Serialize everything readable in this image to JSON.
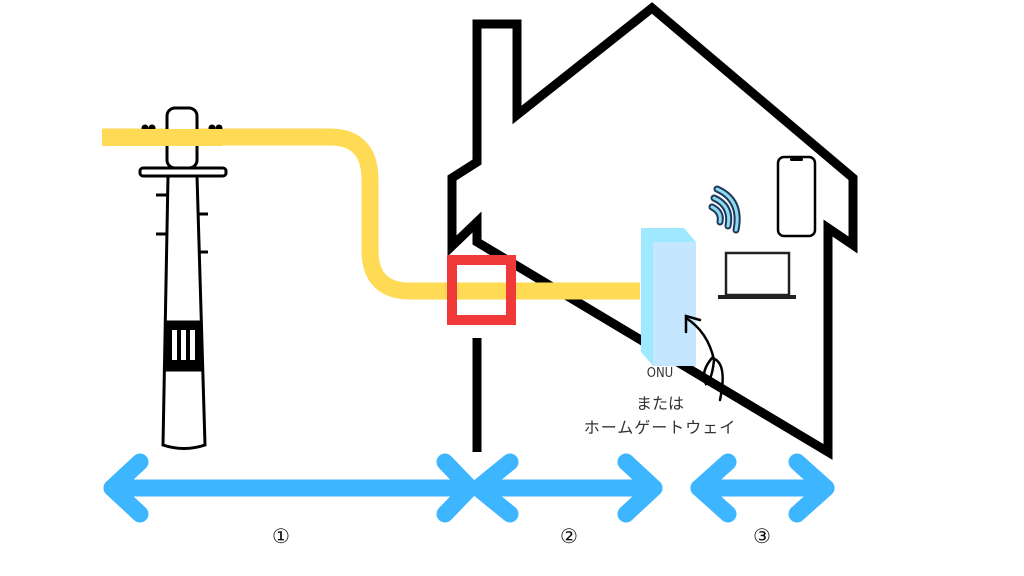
{
  "colors": {
    "cable": "#FFDA55",
    "demarcation_box": "#F03A3A",
    "arrows": "#3DB6FF",
    "outline": "#000000",
    "onu_front": "#C4E6FF",
    "onu_side": "#9EE9FF"
  },
  "labels": {
    "onu": "ONU",
    "or": "または",
    "home_gateway": "ホームゲートウェイ"
  },
  "segments": [
    {
      "id": "segment-1",
      "label": "①"
    },
    {
      "id": "segment-2",
      "label": "②"
    },
    {
      "id": "segment-3",
      "label": "③"
    }
  ],
  "icons": [
    "utility-pole-icon",
    "house-icon",
    "onu-device-icon",
    "wifi-icon",
    "smartphone-icon",
    "laptop-icon",
    "curly-arrow-icon"
  ]
}
